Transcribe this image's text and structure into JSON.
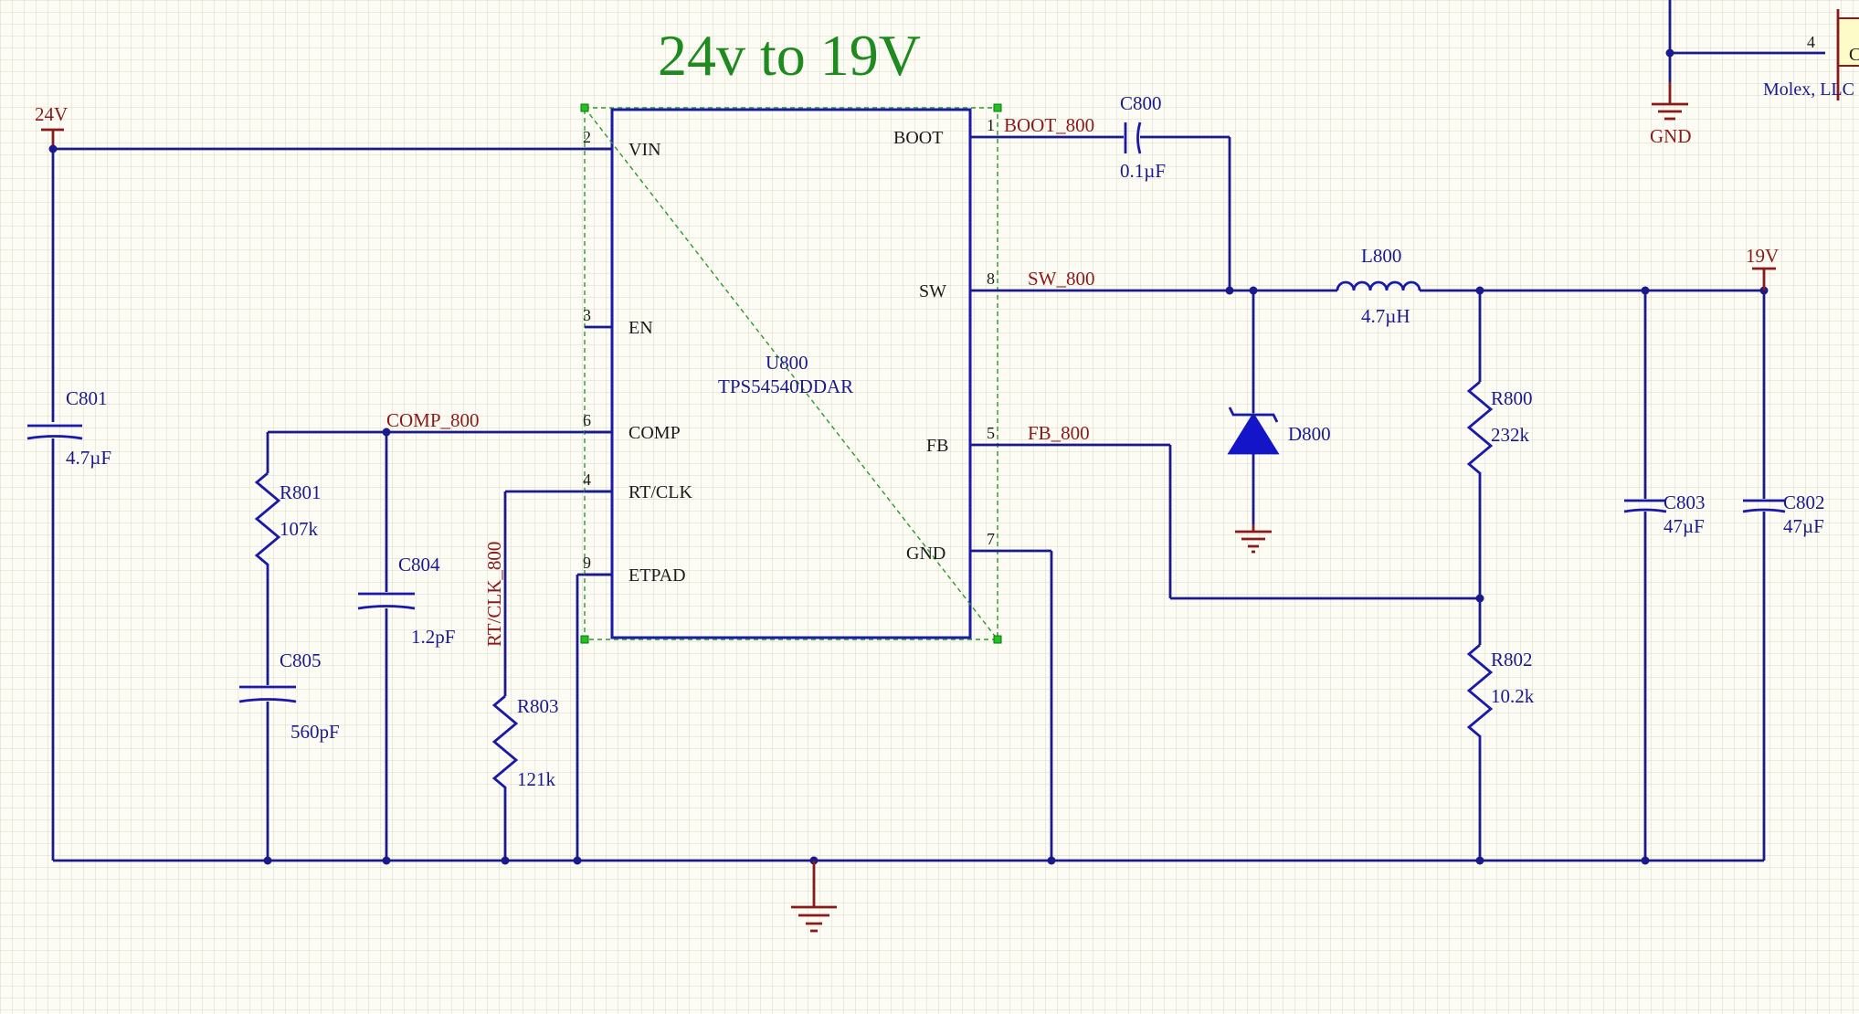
{
  "title": "24v to 19V",
  "ic": {
    "designator": "U800",
    "part": "TPS54540DDAR",
    "pins": {
      "vin": {
        "name": "VIN",
        "num": "2"
      },
      "en": {
        "name": "EN",
        "num": "3"
      },
      "comp": {
        "name": "COMP",
        "num": "6"
      },
      "rtclk": {
        "name": "RT/CLK",
        "num": "4"
      },
      "etpad": {
        "name": "ETPAD",
        "num": "9"
      },
      "boot": {
        "name": "BOOT",
        "num": "1"
      },
      "sw": {
        "name": "SW",
        "num": "8"
      },
      "fb": {
        "name": "FB",
        "num": "5"
      },
      "gnd": {
        "name": "GND",
        "num": "7"
      }
    }
  },
  "nets": {
    "boot": "BOOT_800",
    "sw": "SW_800",
    "fb": "FB_800",
    "comp": "COMP_800",
    "rtclk": "RT/CLK_800"
  },
  "power": {
    "in": "24V",
    "out": "19V",
    "gnd": "GND"
  },
  "components": {
    "c800": {
      "ref": "C800",
      "value": "0.1µF"
    },
    "c801": {
      "ref": "C801",
      "value": "4.7µF"
    },
    "c802": {
      "ref": "C802",
      "value": "47µF"
    },
    "c803": {
      "ref": "C803",
      "value": "47µF"
    },
    "c804": {
      "ref": "C804",
      "value": "1.2pF"
    },
    "c805": {
      "ref": "C805",
      "value": "560pF"
    },
    "r800": {
      "ref": "R800",
      "value": "232k"
    },
    "r801": {
      "ref": "R801",
      "value": "107k"
    },
    "r802": {
      "ref": "R802",
      "value": "10.2k"
    },
    "r803": {
      "ref": "R803",
      "value": "121k"
    },
    "l800": {
      "ref": "L800",
      "value": "4.7µH"
    },
    "d800": {
      "ref": "D800"
    }
  },
  "connector": {
    "pin": "4",
    "vendor": "Molex, LLC",
    "ref_partial": "C"
  },
  "colors": {
    "wire": "#1a1a8c",
    "net_label": "#8a1a1a",
    "title": "#1f8a1f",
    "selection": "#22c022",
    "background": "#fcfcf4"
  }
}
